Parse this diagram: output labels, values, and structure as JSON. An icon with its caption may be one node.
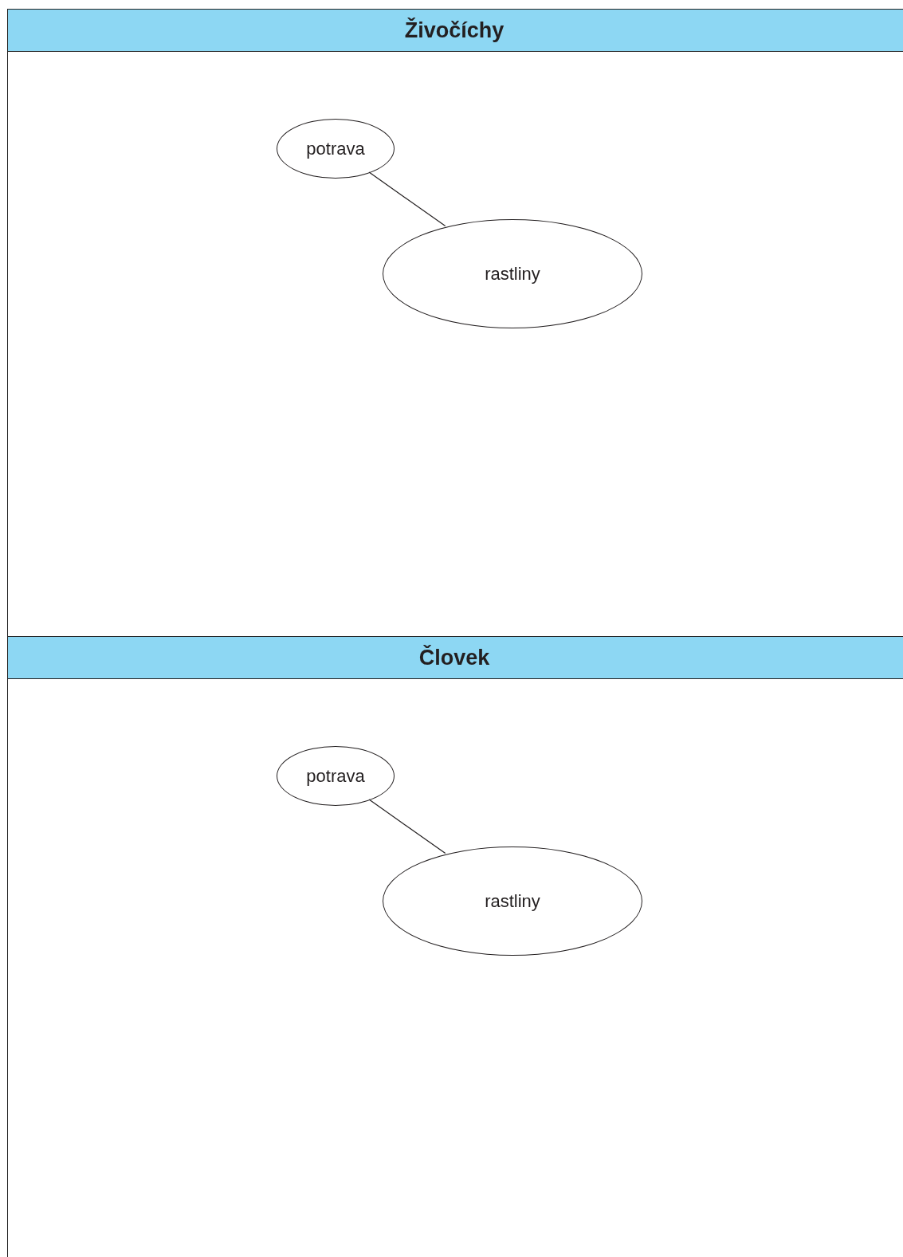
{
  "diagram": {
    "nodes": [
      {
        "text": [
          "Živočíchy"
        ]
      },
      {
        "text": [
          "potrava"
        ],
        "in": 0
      },
      {
        "text": [
          "rastliny"
        ],
        "in": 0
      },
      {
        "text": [
          "Človek"
        ]
      },
      {
        "text": [
          "potrava"
        ],
        "in": 3
      },
      {
        "text": [
          "rastliny"
        ],
        "in": 3
      }
    ],
    "edges": [
      {
        "from": 1,
        "to": 2,
        "arrow": "none"
      },
      {
        "from": 4,
        "to": 5,
        "arrow": "none"
      }
    ]
  }
}
